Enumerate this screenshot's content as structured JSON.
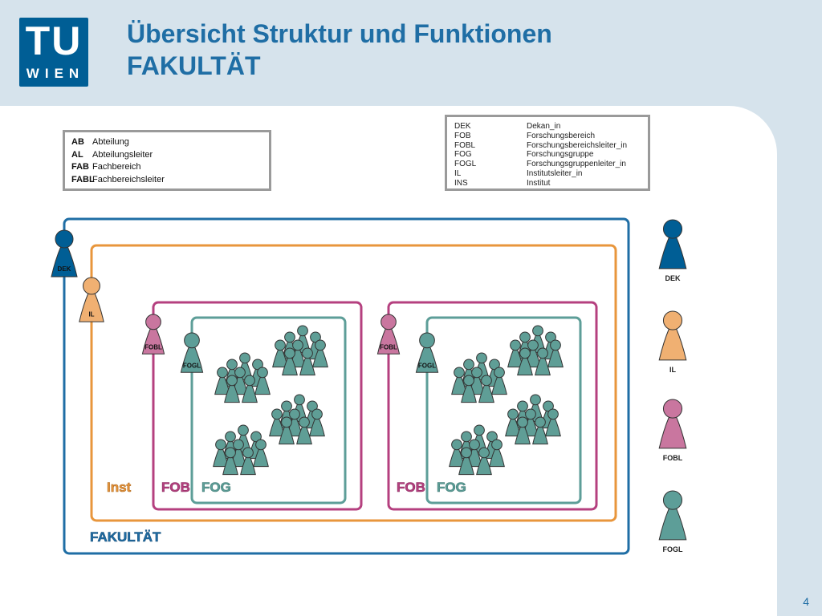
{
  "header": {
    "title_line1": "Übersicht Struktur und Funktionen",
    "title_line2": "FAKULTÄT",
    "logo_top": "TU",
    "logo_bottom": "WIEN"
  },
  "legend_left": [
    {
      "abbr": "AB",
      "text": "Abteilung"
    },
    {
      "abbr": "AL",
      "text": "Abteilungsleiter"
    },
    {
      "abbr": "FAB",
      "text": "Fachbereich"
    },
    {
      "abbr": "FABL",
      "text": "Fachbereichsleiter"
    }
  ],
  "legend_right": [
    {
      "abbr": "DEK",
      "text": "Dekan_in"
    },
    {
      "abbr": "FOB",
      "text": "Forschungsbereich"
    },
    {
      "abbr": "FOBL",
      "text": "Forschungsbereichsleiter_in"
    },
    {
      "abbr": "FOG",
      "text": "Forschungsgruppe"
    },
    {
      "abbr": "FOGL",
      "text": "Forschungsgruppenleiter_in"
    },
    {
      "abbr": "IL",
      "text": "Institutsleiter_in"
    },
    {
      "abbr": "INS",
      "text": "Institut"
    }
  ],
  "diagram": {
    "boxes": {
      "fakultaet": "FAKULTÄT",
      "inst": "Inst",
      "fob": "FOB",
      "fog": "FOG"
    },
    "figure_labels": {
      "dek": "DEK",
      "il": "IL",
      "fobl": "FOBL",
      "fogl": "FOGL"
    },
    "side_legend": [
      "DEK",
      "IL",
      "FOBL",
      "FOGL"
    ]
  },
  "colors": {
    "fakultaet": "#1f6ea5",
    "dek": "#005e95",
    "inst": "#e8963c",
    "il": "#f0b072",
    "fob": "#b5407f",
    "fobl": "#c9769f",
    "fog": "#5d9e98",
    "member": "#5f9e96",
    "title": "#1f6ea5"
  },
  "page_number": "4"
}
